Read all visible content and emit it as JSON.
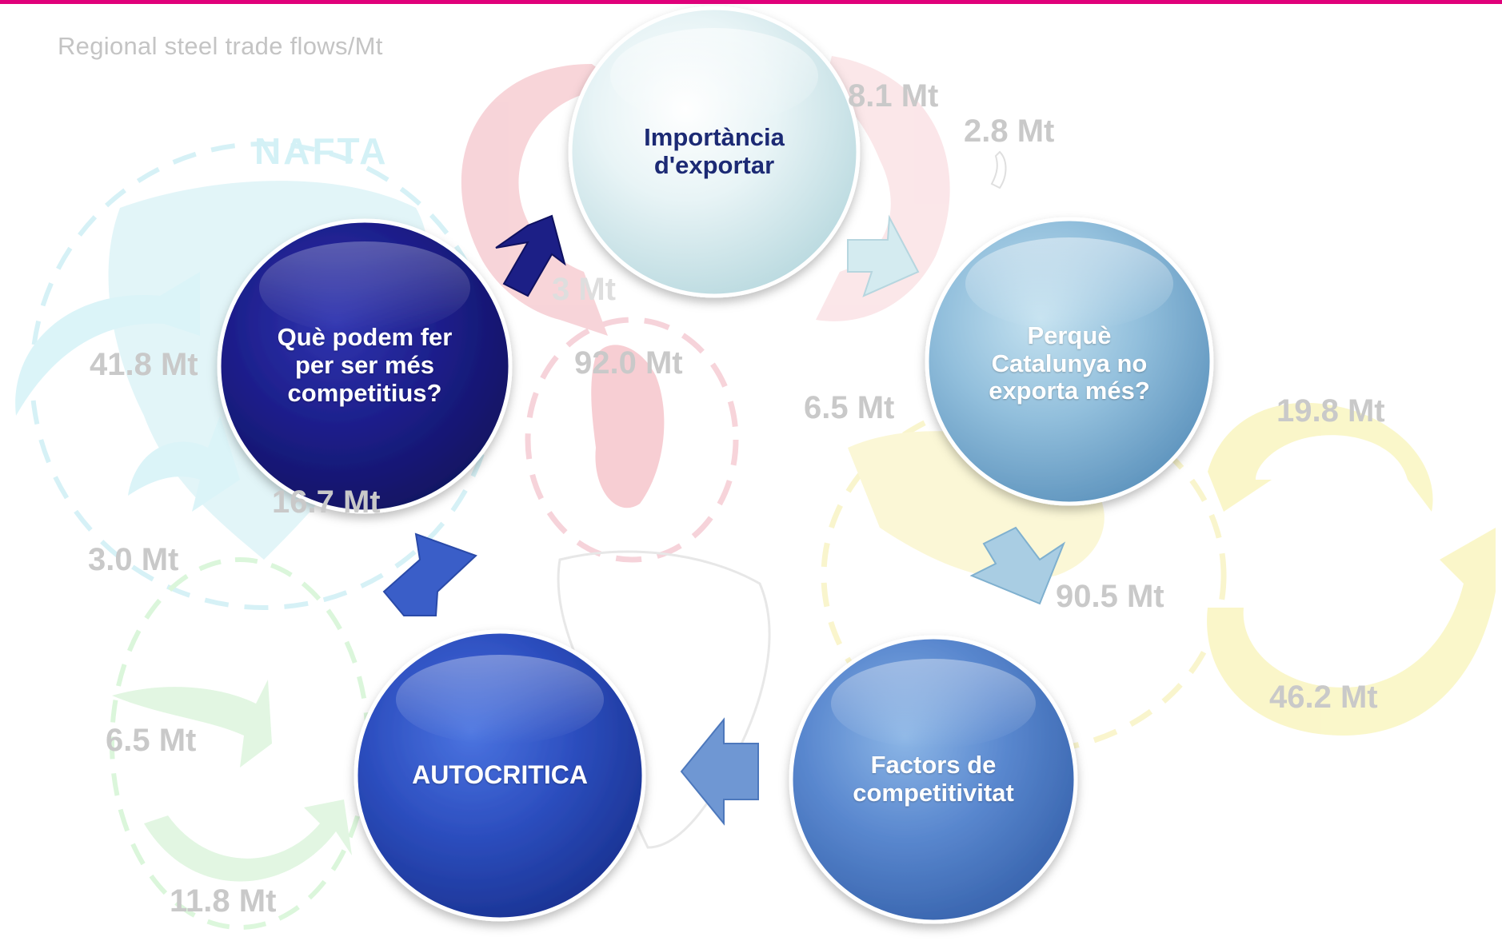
{
  "caption": "Regional steel trade flows/Mt",
  "region": "NAFTA",
  "flow_labels": [
    {
      "id": "flow-8-1",
      "text": "8.1 Mt"
    },
    {
      "id": "flow-2-8",
      "text": "2.8 Mt"
    },
    {
      "id": "flow-41-8",
      "text": "41.8 Mt"
    },
    {
      "id": "flow-92-0",
      "text": "92.0 Mt"
    },
    {
      "id": "flow-6-5-center",
      "text": "6.5 Mt"
    },
    {
      "id": "flow-19-8",
      "text": "19.8 Mt"
    },
    {
      "id": "flow-16-7",
      "text": "16.7 Mt"
    },
    {
      "id": "flow-3-0",
      "text": "3.0 Mt"
    },
    {
      "id": "flow-90-5",
      "text": "90.5 Mt"
    },
    {
      "id": "flow-46-2",
      "text": "46.2 Mt"
    },
    {
      "id": "flow-6-5-left",
      "text": "6.5 Mt"
    },
    {
      "id": "flow-11-8",
      "text": "11.8 Mt"
    },
    {
      "id": "flow-3-8",
      "text": "3 Mt"
    }
  ],
  "cycle": {
    "importancia": "Importància d'exportar",
    "perque": "Perquè Catalunya no exporta més?",
    "factors": "Factors de competitivitat",
    "autocritica": "AUTOCRITICA",
    "que_podem": "Què podem fer per ser més competitius?"
  },
  "colors": {
    "accent": "#e0007a",
    "navy": "#1c1d80",
    "blue": "#2e4fc2",
    "mid_blue": "#5f90d2",
    "light_blue": "#9dc6e0",
    "pale": "#e6f3f5"
  }
}
